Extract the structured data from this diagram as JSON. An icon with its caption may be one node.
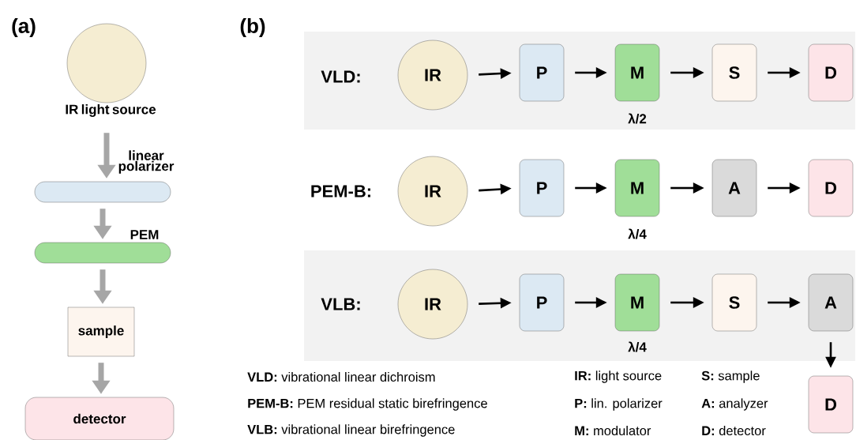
{
  "diagram": {
    "nodes": [
      {
        "text": [],
        "shape": "circle",
        "beside": [
          "IR light source"
        ]
      },
      {
        "text": [],
        "shape": "disk",
        "beside": [
          "linear polarizer"
        ]
      },
      {
        "text": [],
        "shape": "disk",
        "beside": [
          "PEM"
        ]
      },
      {
        "text": [
          "sample"
        ]
      },
      {
        "text": [
          "detector"
        ]
      },
      {
        "text": [
          "VLD:"
        ]
      },
      {
        "text": [
          "IR"
        ],
        "in": 5
      },
      {
        "text": [
          "P"
        ],
        "in": 5
      },
      {
        "text": [
          "M"
        ],
        "in": 5,
        "beside": [
          "λ/2"
        ]
      },
      {
        "text": [
          "S"
        ],
        "in": 5
      },
      {
        "text": [
          "D"
        ],
        "in": 5
      },
      {
        "text": [
          "IR"
        ]
      },
      {
        "text": [
          "P"
        ]
      },
      {
        "text": [
          "M"
        ],
        "beside": [
          "λ/4"
        ]
      },
      {
        "text": [
          "A"
        ]
      },
      {
        "text": [
          "D"
        ]
      },
      {
        "text": [
          "VLB:"
        ]
      },
      {
        "text": [
          "IR"
        ],
        "in": 16
      },
      {
        "text": [
          "P"
        ],
        "in": 16
      },
      {
        "text": [
          "M"
        ],
        "in": 16,
        "beside": [
          "λ/4"
        ]
      },
      {
        "text": [
          "S"
        ],
        "in": 16
      },
      {
        "text": [
          "A"
        ],
        "in": 16
      },
      {
        "text": [
          "D"
        ]
      }
    ],
    "edges": [
      {
        "from": 0,
        "to": 1,
        "arrow": "to",
        "style": "thick",
        "color": "#a6a6a6"
      },
      {
        "from": 1,
        "to": 2,
        "arrow": "to",
        "style": "thick",
        "color": "#a6a6a6"
      },
      {
        "from": 2,
        "to": 3,
        "arrow": "to",
        "style": "thick",
        "color": "#a6a6a6"
      },
      {
        "from": 3,
        "to": 4,
        "arrow": "to",
        "style": "thick",
        "color": "#a6a6a6"
      },
      {
        "from": 6,
        "to": 7,
        "arrow": "to"
      },
      {
        "from": 7,
        "to": 8,
        "arrow": "to"
      },
      {
        "from": 8,
        "to": 9,
        "arrow": "to"
      },
      {
        "from": 9,
        "to": 10,
        "arrow": "to"
      },
      {
        "from": 11,
        "to": 12,
        "arrow": "to"
      },
      {
        "from": 12,
        "to": 13,
        "arrow": "to"
      },
      {
        "from": 13,
        "to": 14,
        "arrow": "to"
      },
      {
        "from": 14,
        "to": 15,
        "arrow": "to"
      },
      {
        "from": 17,
        "to": 18,
        "arrow": "to"
      },
      {
        "from": 18,
        "to": 19,
        "arrow": "to"
      },
      {
        "from": 19,
        "to": 20,
        "arrow": "to"
      },
      {
        "from": 20,
        "to": 21,
        "arrow": "to"
      },
      {
        "from": 21,
        "to": 22,
        "arrow": "to"
      }
    ],
    "labels": [
      "(a)",
      "(b)",
      "PEM-B:",
      "**VLD:** vibrational linear dichroism",
      "**IR:** light source",
      "**S:** sample",
      "**PEM-B:** PEM residual static birefringence",
      "**P:** lin. polarizer",
      "**A:** analyzer",
      "**VLB:** vibrational linear birefringence",
      "**M:** modulator",
      "**D:** detector"
    ]
  }
}
